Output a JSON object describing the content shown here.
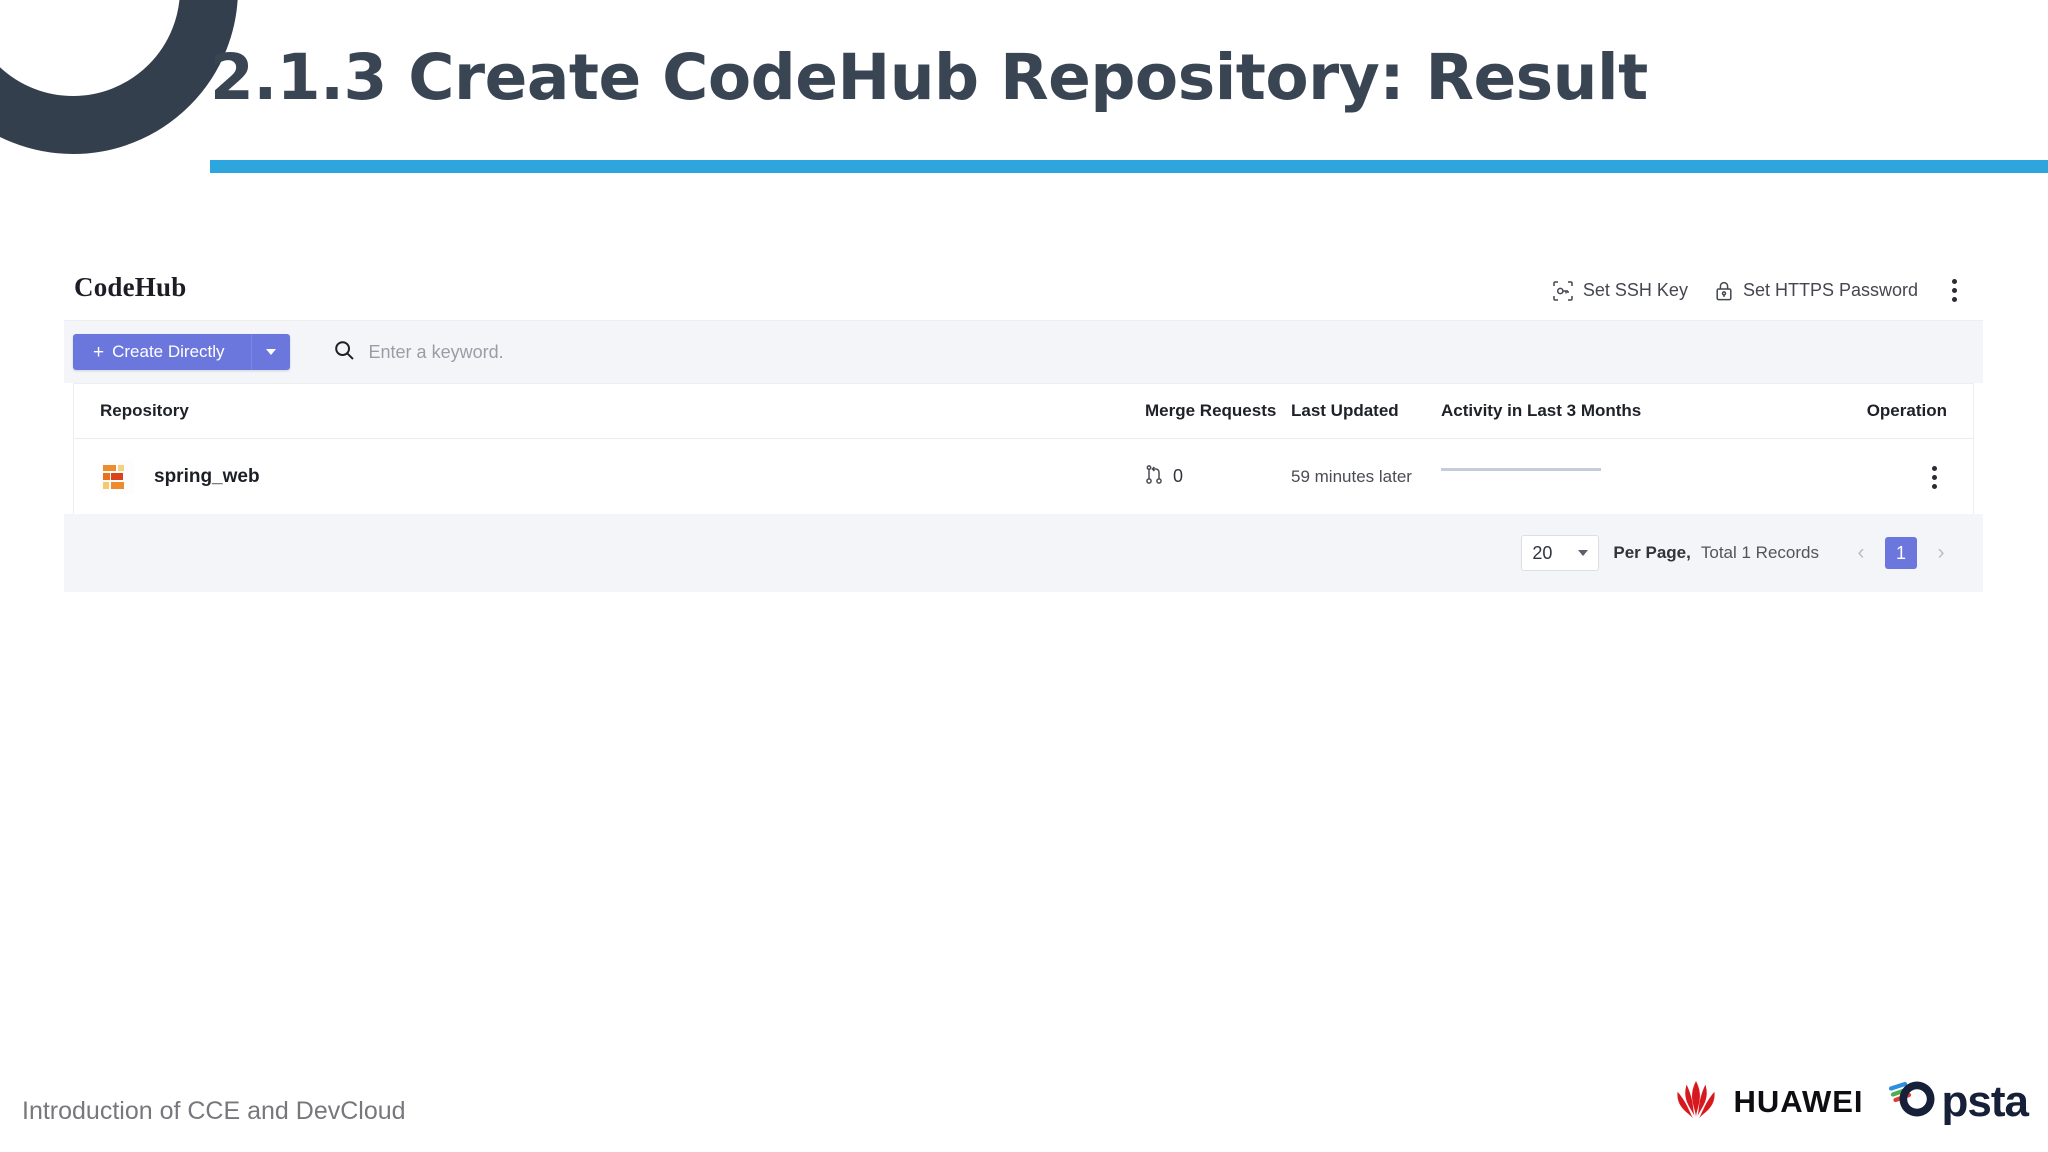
{
  "slide": {
    "title": "2.1.3 Create CodeHub Repository: Result",
    "footer_text": "Introduction of CCE and DevCloud",
    "accent_rule_color": "#2ca6dd",
    "title_color": "#3a4554",
    "deco_ring_color": "#343f4d"
  },
  "app": {
    "logo": "CodeHub",
    "header_actions": [
      {
        "label": "Set SSH Key",
        "icon": "ssh-key-icon"
      },
      {
        "label": "Set HTTPS Password",
        "icon": "lock-icon"
      }
    ],
    "overflow_menu_icon": "kebab-menu-icon",
    "toolbar": {
      "create_button_label": "Create Directly",
      "create_button_plus": "+",
      "create_button_color": "#6c77dd",
      "dropdown_icon": "chevron-down-icon",
      "search_icon": "search-icon",
      "search_placeholder": "Enter a keyword.",
      "search_value": ""
    },
    "table": {
      "columns": [
        "Repository",
        "Merge Requests",
        "Last Updated",
        "Activity in Last 3 Months",
        "Operation"
      ],
      "rows": [
        {
          "repository": "spring_web",
          "repo_icon": "repository-icon",
          "merge_requests": "0",
          "merge_icon": "merge-request-icon",
          "last_updated": "59 minutes later",
          "activity_sparkline": {
            "type": "flat-line",
            "values": [
              0,
              0,
              0,
              0,
              0,
              0
            ],
            "color": "#c7ccdd"
          },
          "operation_icon": "kebab-menu-icon"
        }
      ]
    },
    "pagination": {
      "per_page_value": "20",
      "per_page_caret": "chevron-down-icon",
      "per_page_label": "Per Page,",
      "total_label": "Total 1 Records",
      "prev_icon": "‹",
      "next_icon": "›",
      "current_page": "1",
      "active_page_color": "#6c77dd"
    }
  },
  "branding": {
    "huawei_text": "HUAWEI",
    "huawei_mark_color": "#d7191f",
    "opsta_text": "psta",
    "opsta_color": "#172039",
    "opsta_stripe_colors": [
      "#2e8fe0",
      "#4caf50",
      "#e03a3a"
    ]
  }
}
